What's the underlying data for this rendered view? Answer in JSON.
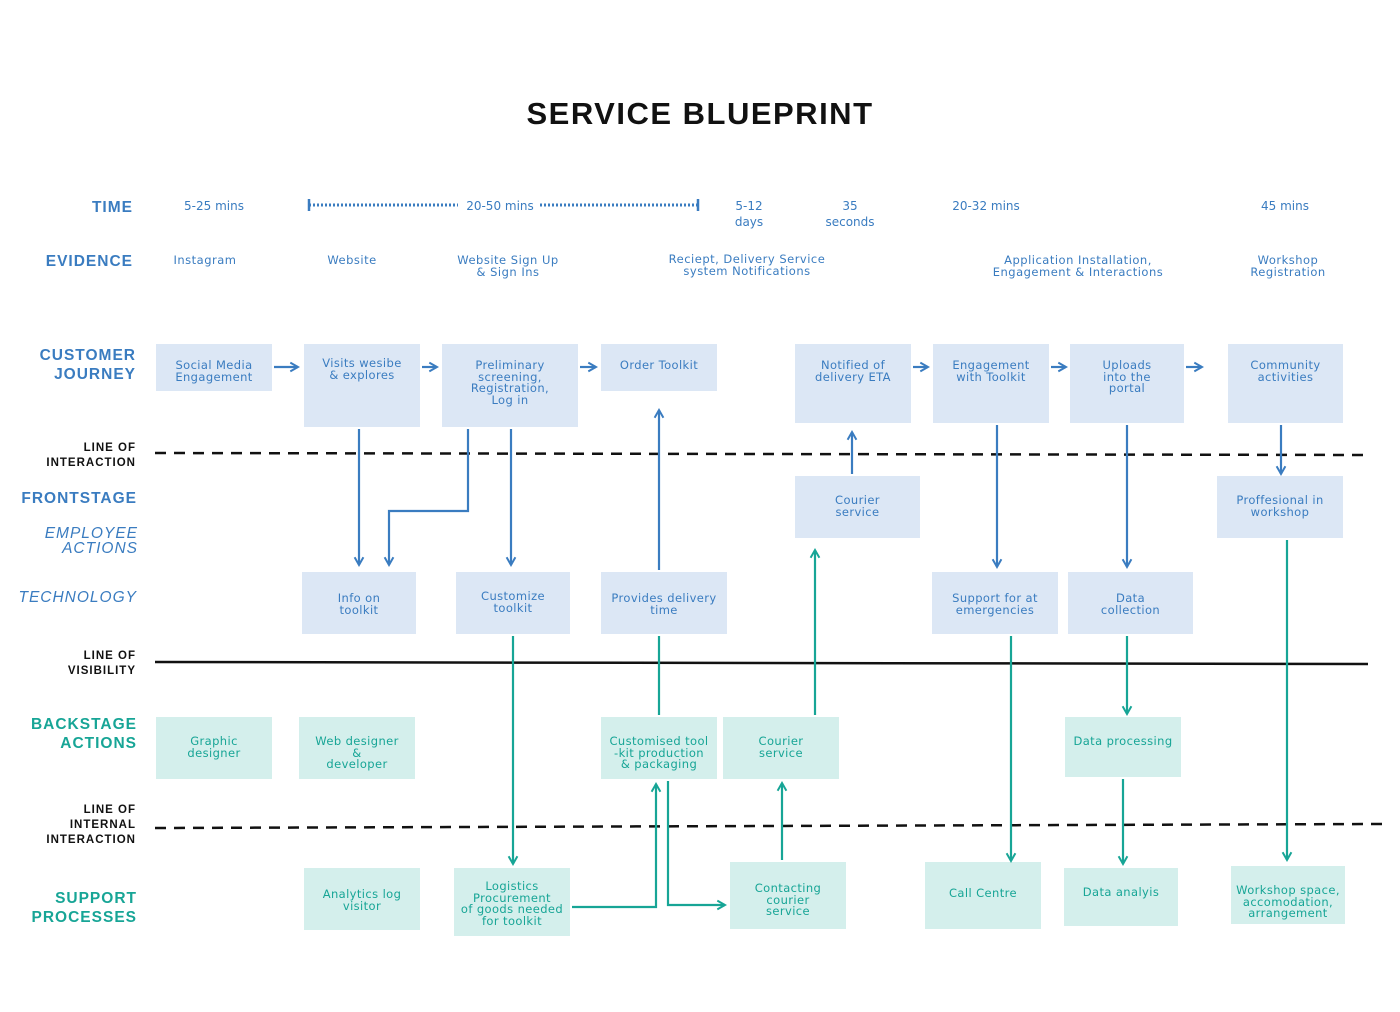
{
  "title": "SERVICE BLUEPRINT",
  "colors": {
    "blue": "#3a7cc0",
    "teal": "#17a596",
    "blue_box": "#dce7f5",
    "teal_box": "#d4efec",
    "line": "#111111"
  },
  "rows": {
    "time": "TIME",
    "evidence": "EVIDENCE",
    "customer_journey": "CUSTOMER\nJOURNEY",
    "line_of_interaction": "LINE OF\nINTERACTION",
    "frontstage": "FRONTSTAGE",
    "employee_actions": "EMPLOYEE\nACTIONS",
    "technology": "TECHNOLOGY",
    "line_of_visibility": "LINE OF\nVISIBILITY",
    "backstage_actions": "BACKSTAGE\nACTIONS",
    "line_of_internal_interaction": "LINE OF\nINTERNAL\nINTERACTION",
    "support_processes": "SUPPORT\nPROCESSES"
  },
  "time": {
    "t1": "5-25 mins",
    "t2": "20-50 mins",
    "t3": "5-12\ndays",
    "t4": "35\nseconds",
    "t5": "20-32 mins",
    "t6": "45 mins"
  },
  "evidence": {
    "e1": "Instagram",
    "e2": "Website",
    "e3": "Website Sign Up\n& Sign Ins",
    "e4": "Reciept, Delivery Service\nsystem Notifications",
    "e5": "Application Installation,\nEngagement & Interactions",
    "e6": "Workshop\nRegistration"
  },
  "customer_journey": {
    "c1": "Social Media\nEngagement",
    "c2": "Visits wesibe\n& explores",
    "c3": "Preliminary\nscreening,\nRegistration,\nLog in",
    "c4": "Order Toolkit",
    "c5": "Notified of\ndelivery ETA",
    "c6": "Engagement\nwith Toolkit",
    "c7": "Uploads\ninto the\nportal",
    "c8": "Community\nactivities"
  },
  "frontstage": {
    "f1": "Courier\nservice",
    "f2": "Proffesional in\nworkshop"
  },
  "technology": {
    "t1": "Info on\ntoolkit",
    "t2": "Customize\ntoolkit",
    "t3": "Provides delivery\ntime",
    "t4": "Support for at\nemergencies",
    "t5": "Data\ncollection"
  },
  "backstage": {
    "b1": "Graphic\ndesigner",
    "b2": "Web designer\n&\ndeveloper",
    "b3": "Customised tool\n-kit production\n& packaging",
    "b4": "Courier\nservice",
    "b5": "Data processing"
  },
  "support": {
    "s1": "Analytics log\nvisitor",
    "s2": "Logistics\nProcurement\nof goods needed\nfor toolkit",
    "s3": "Contacting\ncourier\nservice",
    "s4": "Call Centre",
    "s5": "Data analyis",
    "s6": "Workshop space,\naccomodation,\narrangement"
  }
}
